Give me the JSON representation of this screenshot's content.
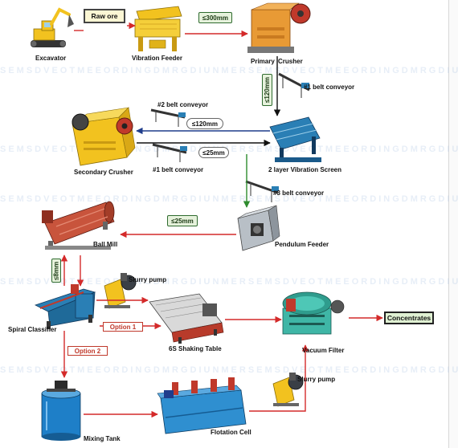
{
  "equipment": {
    "excavator": "Excavator",
    "vibration_feeder": "Vibration Feeder",
    "primary_crusher_line1": "Primary",
    "primary_crusher_line2": "Crusher",
    "belt1_top": "#1 belt conveyor",
    "belt2_mid": "#2 belt conveyor",
    "belt1_mid": "#1 belt conveyor",
    "secondary_crusher": "Secondary Crusher",
    "vibration_screen": "2 layer Vibration Screen",
    "belt3": "#3 belt conveyor",
    "ball_mill": "Ball Mill",
    "pendulum_feeder": "Pendulum Feeder",
    "slurry_pump_1": "Slurry pump",
    "spiral_classifier": "Spiral Classifier",
    "shaking_table": "6S Shaking Table",
    "vacuum_filter": "Vacuum Filter",
    "slurry_pump_2": "Slurry pump",
    "mixing_tank": "Mixing Tank",
    "flotation_cell": "Flotation Cell"
  },
  "tags": {
    "raw_ore": "Raw ore",
    "concentrates": "Concentrates",
    "size_300": "≤300mm",
    "size_120_vert": "≤120mm",
    "size_120": "≤120mm",
    "size_25_a": "≤25mm",
    "size_25_b": "≤25mm",
    "size_8": "≤8mm",
    "option1": "Option 1",
    "option2": "Option 2"
  },
  "watermark_text": "SEMSDVEOTMEEORDINGDMRGDIUNMERSEMSDVEOTMEEORDINGDMRGDIUNMER",
  "colors": {
    "flow_red": "#d42a2a",
    "flow_blue": "#1f3d8c",
    "flow_green": "#2e8b2e",
    "flow_black": "#111111",
    "crusher_orange": "#e89a35",
    "feeder_yellow": "#f2c21f",
    "screen_blue": "#2a7fb5",
    "mill_red": "#c8543c",
    "tank_blue": "#1e7fc8",
    "filter_teal": "#3fb6a6",
    "flotation_blue": "#2f8fd0"
  }
}
